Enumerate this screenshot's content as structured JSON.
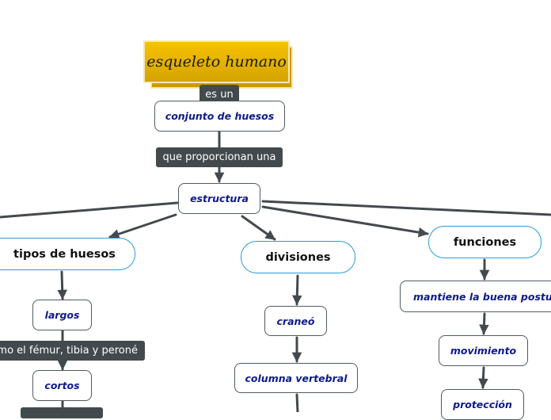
{
  "map": {
    "root": "esqueleto humano",
    "link_es_un": "es un",
    "conjunto": "conjunto de huesos",
    "link_proporcionan": "que proporcionan una",
    "estructura": "estructura",
    "tipos": "tipos de huesos",
    "largos": "largos",
    "link_femur": "mo el fémur, tibia y peroné",
    "cortos": "cortos",
    "divisiones": "divisiones",
    "craneo": "craneó",
    "columna": "columna vertebral",
    "funciones": "funciones",
    "postura": "mantiene la buena postura",
    "movimiento": "movimiento",
    "proteccion": "protección"
  },
  "colors": {
    "root_fill": "#f0b800",
    "connector": "#434a4e",
    "concept_text": "#0d1a8a",
    "topic_border": "#2a9bdb"
  }
}
